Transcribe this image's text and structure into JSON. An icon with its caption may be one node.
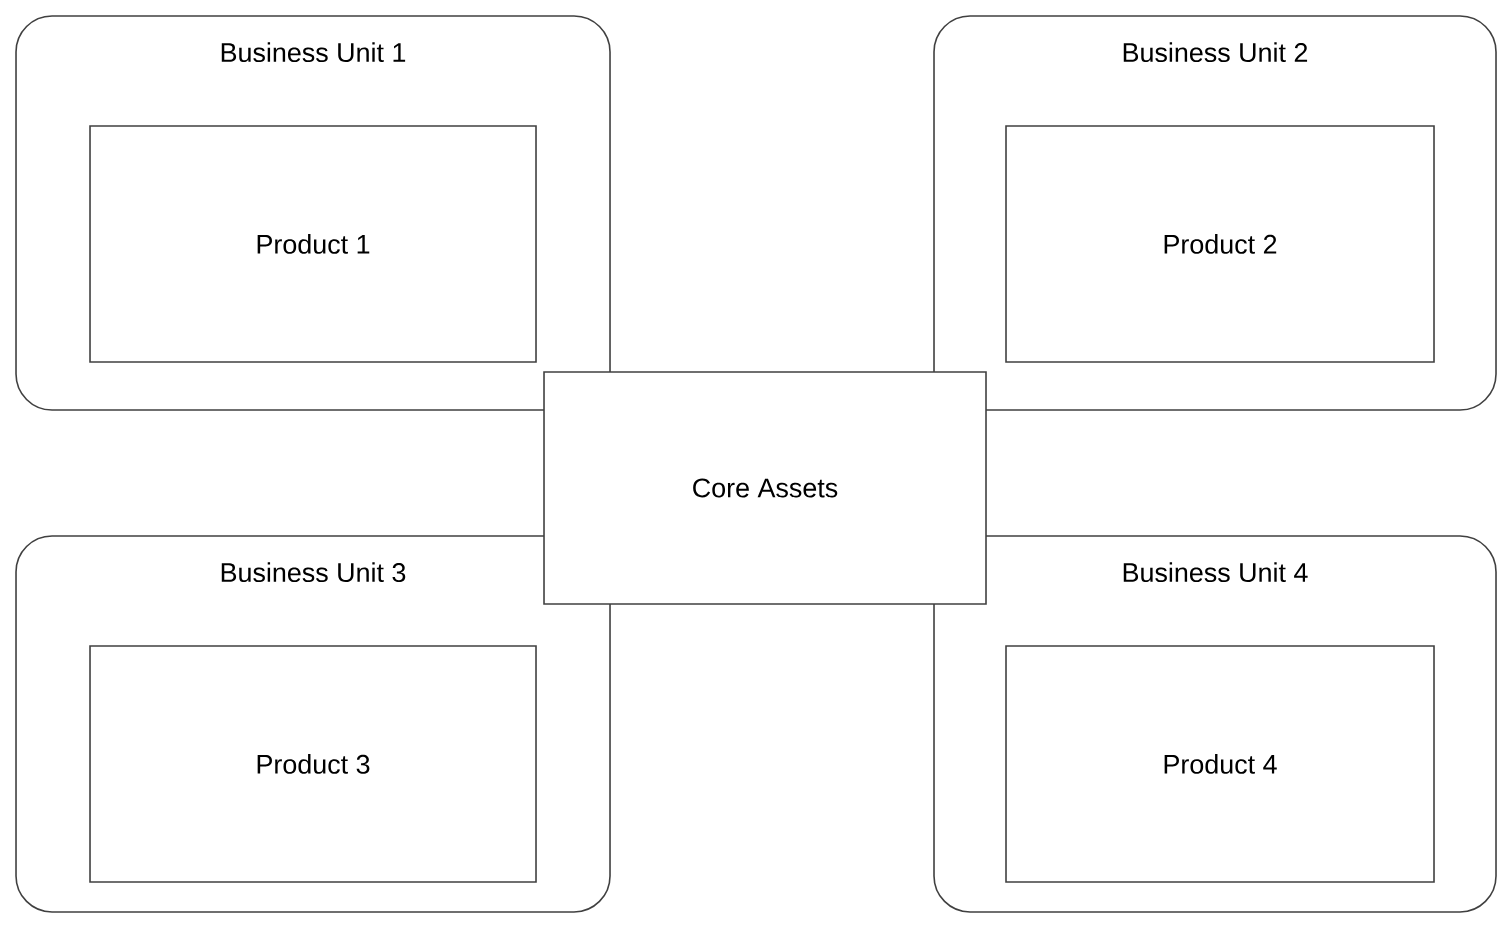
{
  "diagram": {
    "nodes": [
      {
        "text": [
          "Business Unit 1"
        ]
      },
      {
        "text": [
          "Product 1"
        ],
        "in": 0
      },
      {
        "text": [
          "Business Unit 2"
        ]
      },
      {
        "text": [
          "Product 2"
        ],
        "in": 2
      },
      {
        "text": [
          "Core Assets"
        ]
      },
      {
        "text": [
          "Business Unit 3"
        ]
      },
      {
        "text": [
          "Product 3"
        ],
        "in": 5
      },
      {
        "text": [
          "Business Unit 4"
        ]
      },
      {
        "text": [
          "Product 4"
        ],
        "in": 7
      }
    ]
  }
}
